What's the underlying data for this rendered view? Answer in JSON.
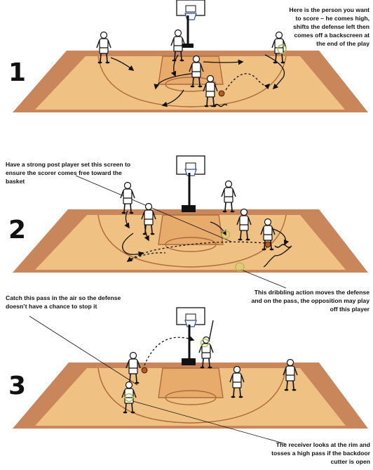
{
  "panels": [
    {
      "number": "1",
      "callouts": [
        {
          "id": "scorer-note",
          "text": "Here is the person you want to score – he comes high, shifts the defense left then comes off a backscreen at the end of the play"
        }
      ]
    },
    {
      "number": "2",
      "callouts": [
        {
          "id": "post-note",
          "text": "Have a strong post player set this screen to ensure the scorer comes free toward the basket"
        },
        {
          "id": "dribble-note",
          "text": "This dribbling action moves the defense and on the pass, the opposition may play off this player"
        }
      ]
    },
    {
      "number": "3",
      "callouts": [
        {
          "id": "catch-note",
          "text": "Catch this pass in the air so the defense doesn’t have a chance to stop it"
        },
        {
          "id": "receiver-note",
          "text": "The receiver looks at the rim and tosses a high pass if the backdoor cutter is open"
        }
      ]
    }
  ],
  "colors": {
    "court_border": "#c8865a",
    "court_floor": "#efc283",
    "court_lines": "#b06a3c",
    "player_fill": "#ffffff",
    "ball": "#c0561c",
    "highlight_circle": "#a8c24a",
    "path_stroke": "#111111",
    "hoop_net": "#2f4aa8"
  },
  "icons": [
    "basketball-hoop-icon",
    "player-figure-icon",
    "basketball-icon",
    "highlight-ring-icon"
  ]
}
